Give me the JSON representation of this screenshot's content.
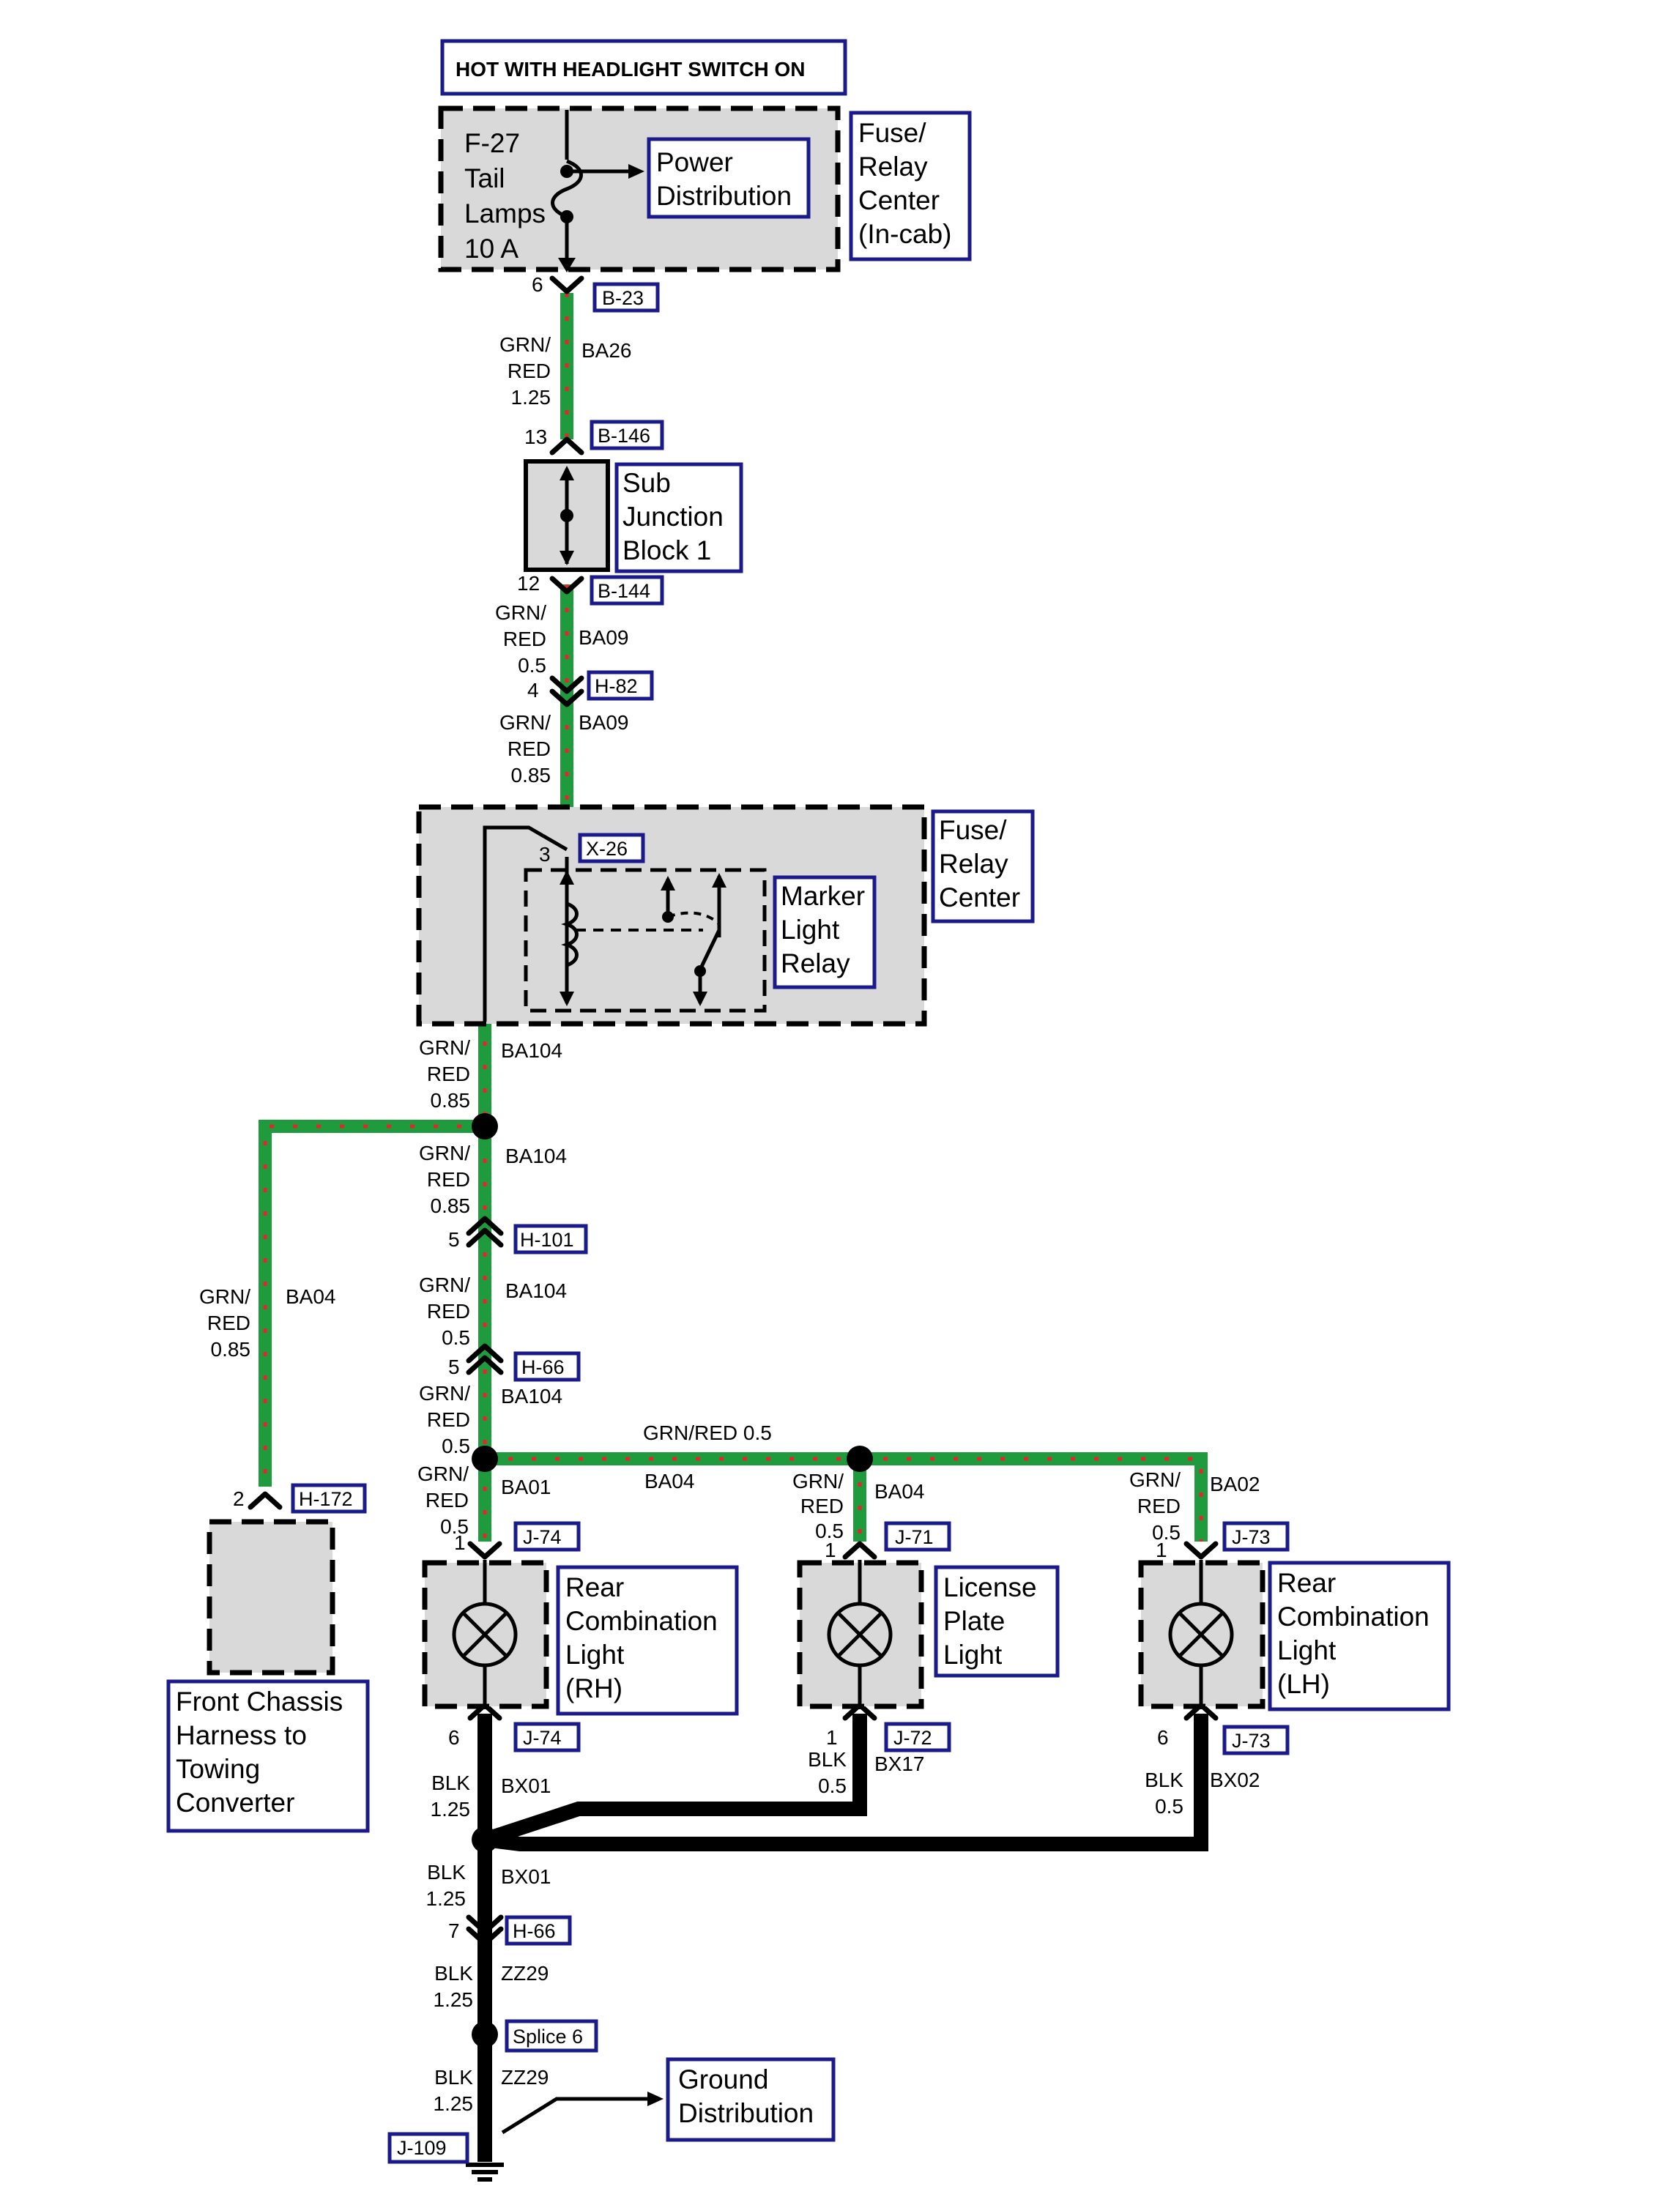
{
  "header": {
    "title": "HOT WITH HEADLIGHT SWITCH ON"
  },
  "fuse_relay_in_cab": {
    "fuse_id": "F-27",
    "fuse_name_line1": "Tail",
    "fuse_name_line2": "Lamps",
    "fuse_rating": "10 A",
    "power_distribution": [
      "Power",
      "Distribution"
    ],
    "label": [
      "Fuse/",
      "Relay",
      "Center",
      "(In-cab)"
    ]
  },
  "fuse_relay_center": {
    "label": [
      "Fuse/",
      "Relay",
      "Center"
    ],
    "relay_label": [
      "Marker",
      "Light",
      "Relay"
    ]
  },
  "sub_junction": {
    "label": [
      "Sub",
      "Junction",
      "Block 1"
    ]
  },
  "components": {
    "rear_rh": [
      "Rear",
      "Combination",
      "Light",
      "(RH)"
    ],
    "license": [
      "License",
      "Plate",
      "Light"
    ],
    "rear_lh": [
      "Rear",
      "Combination",
      "Light",
      "(LH)"
    ],
    "front_chassis": [
      "Front Chassis",
      "Harness to",
      "Towing",
      "Converter"
    ],
    "ground_dist": [
      "Ground",
      "Distribution"
    ]
  },
  "connectors": {
    "b23": {
      "id": "B-23",
      "pin": "6"
    },
    "b146": {
      "id": "B-146",
      "pin": "13"
    },
    "b144": {
      "id": "B-144",
      "pin": "12"
    },
    "h82": {
      "id": "H-82",
      "pin": "4"
    },
    "x26": {
      "id": "X-26",
      "pin": "3"
    },
    "h101": {
      "id": "H-101",
      "pin": "5"
    },
    "h66a": {
      "id": "H-66",
      "pin": "5"
    },
    "h172": {
      "id": "H-172",
      "pin": "2"
    },
    "j74a": {
      "id": "J-74",
      "pin": "1"
    },
    "j71": {
      "id": "J-71",
      "pin": "1"
    },
    "j73a": {
      "id": "J-73",
      "pin": "1"
    },
    "j74b": {
      "id": "J-74",
      "pin": "6"
    },
    "j72": {
      "id": "J-72",
      "pin": "1"
    },
    "j73b": {
      "id": "J-73",
      "pin": "6"
    },
    "h66b": {
      "id": "H-66",
      "pin": "7"
    },
    "splice6": {
      "id": "Splice 6"
    },
    "j109": {
      "id": "J-109"
    }
  },
  "wires": {
    "ba26": {
      "color": [
        "GRN/",
        "RED",
        "1.25"
      ],
      "circuit": "BA26"
    },
    "ba09a": {
      "color": [
        "GRN/",
        "RED",
        "0.5"
      ],
      "circuit": "BA09"
    },
    "ba09b": {
      "color": [
        "GRN/",
        "RED",
        "0.85"
      ],
      "circuit": "BA09"
    },
    "ba104a": {
      "color": [
        "GRN/",
        "RED",
        "0.85"
      ],
      "circuit": "BA104"
    },
    "ba104b": {
      "color": [
        "GRN/",
        "RED",
        "0.85"
      ],
      "circuit": "BA104"
    },
    "ba104c": {
      "color": [
        "GRN/",
        "RED",
        "0.5"
      ],
      "circuit": "BA104"
    },
    "ba104d": {
      "color": [
        "GRN/",
        "RED",
        "0.5"
      ],
      "circuit": "BA104"
    },
    "ba04_left": {
      "color": [
        "GRN/",
        "RED",
        "0.85"
      ],
      "circuit": "BA04"
    },
    "ba04_h": {
      "color_line": "GRN/RED 0.5",
      "circuit": "BA04"
    },
    "ba01": {
      "color": [
        "GRN/",
        "RED",
        "0.5"
      ],
      "circuit": "BA01"
    },
    "ba04_mid": {
      "color": [
        "GRN/",
        "RED",
        "0.5"
      ],
      "circuit": "BA04"
    },
    "ba02": {
      "color": [
        "GRN/",
        "RED",
        "0.5"
      ],
      "circuit": "BA02"
    },
    "bx01a": {
      "color": [
        "BLK",
        "1.25"
      ],
      "circuit": "BX01"
    },
    "bx17": {
      "color": [
        "BLK",
        "0.5"
      ],
      "circuit": "BX17"
    },
    "bx02": {
      "color": [
        "BLK",
        "0.5"
      ],
      "circuit": "BX02"
    },
    "bx01b": {
      "color": [
        "BLK",
        "1.25"
      ],
      "circuit": "BX01"
    },
    "zz29a": {
      "color": [
        "BLK",
        "1.25"
      ],
      "circuit": "ZZ29"
    },
    "zz29b": {
      "color": [
        "BLK",
        "1.25"
      ],
      "circuit": "ZZ29"
    }
  },
  "colors": {
    "wire_green": "#1f9a3c",
    "wire_stripe": "#e3262b",
    "label_border": "#1a1a8c",
    "component_fill": "#d9d9d9"
  }
}
